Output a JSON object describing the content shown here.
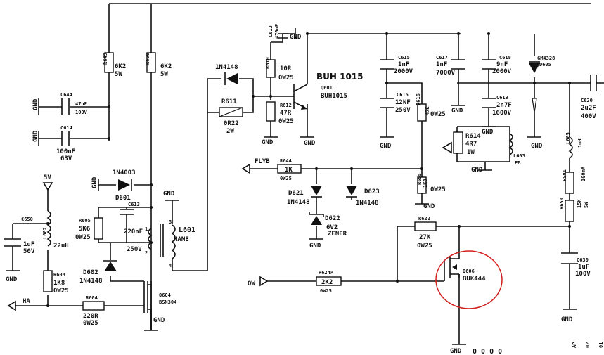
{
  "labels": {
    "gnd": "GND",
    "v5": "5V",
    "ha": "HA",
    "flyb": "FLYB",
    "ow": "OW",
    "r649": "R649",
    "r649_val": "6K2",
    "r649_w": "5W",
    "r650a": "R650",
    "r650a_val": "6K2",
    "r650a_w": "5W",
    "c644": "C644",
    "c644_v1": "47uF",
    "c644_v2": "100V",
    "c614": "C614",
    "c614_v1": "100nF",
    "c614_v2": "63V",
    "d1n4003": "1N4003",
    "d601": "D601",
    "r605": "R605",
    "r605_val": "5K6",
    "r605_w": "0W25",
    "c613": "C613",
    "c613_val": "220nF",
    "c613_v": "250V",
    "l601": "L601",
    "l601_name": "NAME",
    "d602": "D602",
    "d602_type": "1N4148",
    "c650": "C650",
    "c650_v1": "1uF",
    "c650_v2": "50V",
    "l602": "L602",
    "l602_val": "22uH",
    "r603": "R603",
    "r603_val": "1K8",
    "r603_w": "0W25",
    "r604": "R604",
    "r604_val": "220R",
    "r604_w": "0W25",
    "q604": "Q604",
    "q604_type": "BSN304",
    "d1n4148a": "1N4148",
    "r611": "R611",
    "r611_val": "0R22",
    "r611_w": "2W",
    "r610": "R610",
    "r610_val": "10R",
    "r610_w": "0W25",
    "r612": "R612",
    "r612_val": "47R",
    "r612_w": "0W25",
    "c613b": "C613",
    "c613b_val": "470nF",
    "bu_label": "BUH 1015",
    "q601": "Q601",
    "q601_type": "BUH1015",
    "c615": "C615",
    "c615_v1": "1nF",
    "c615_v2": "2000V",
    "c615b": "C615",
    "c615b_v1": "12NF",
    "c615b_v2": "250V",
    "r616": "R616",
    "r616_val": "47K",
    "r616_w": "0W25",
    "c617": "C617",
    "c617_v1": "1nF",
    "c617_v2": "7000V",
    "c618": "C618",
    "c618_v1": "9nF",
    "c618_v2": "2000V",
    "c619": "C619",
    "c619_v1": "2n7F",
    "c619_v2": "1600V",
    "r614": "R614",
    "r614_val": "4R7",
    "r614_w": "1W",
    "l603": "L603",
    "l603_fb": "FB",
    "gm": "GM4328",
    "d605": "D605",
    "c620": "C620",
    "c620_v1": "2u2F",
    "c620_v2": "400V",
    "l605": "L605",
    "l605_val": "1mH",
    "fs01": "FS01",
    "fs01_val": "100mA",
    "r650": "R650",
    "r650_val": "15K",
    "r650_w": "5W",
    "c630": "C630",
    "c630_v1": "1uF",
    "c630_v2": "100V",
    "r644": "R644",
    "r644_val": "1K",
    "r644_w": "0W25",
    "d621": "D621",
    "d621_type": "1N4148",
    "d623": "D623",
    "d623_type": "1N4148",
    "d622": "D622",
    "d622_v": "6V2",
    "d622_z": "ZENER",
    "r655": "R655",
    "r655_val": "1K8",
    "r655_w": "0W25",
    "r622": "R622",
    "r622_val": "27K",
    "r622_w": "0W25",
    "r624": "R624≠",
    "r624_val": "2K2",
    "r624_w": "0W25",
    "q606": "Q606",
    "q606_type": "BUK444",
    "pin1": "1",
    "pin2": "2",
    "pin3": "3",
    "pin4": "4",
    "dots": "0 0 0 0",
    "ap": "AP",
    "n02": "02",
    "n01": "01"
  },
  "colors": {
    "highlight": "#d02020",
    "ink": "#111111",
    "paper": "#ffffff"
  }
}
